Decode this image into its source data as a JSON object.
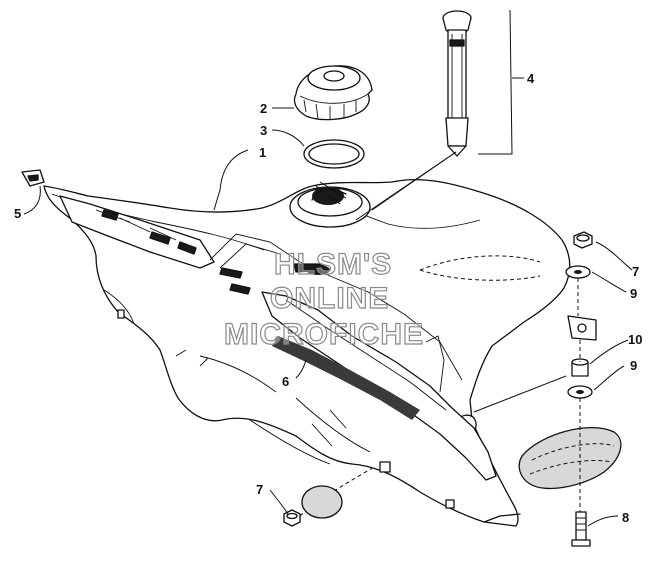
{
  "watermark": {
    "lines": [
      "HLSM'S",
      "ONLINE",
      "MICROFICHE"
    ]
  },
  "callouts": [
    {
      "id": "c1",
      "number": "1"
    },
    {
      "id": "c2",
      "number": "2"
    },
    {
      "id": "c3",
      "number": "3"
    },
    {
      "id": "c4",
      "number": "4"
    },
    {
      "id": "c5",
      "number": "5"
    },
    {
      "id": "c6",
      "number": "6"
    },
    {
      "id": "c7a",
      "number": "7"
    },
    {
      "id": "c7b",
      "number": "7"
    },
    {
      "id": "c8",
      "number": "8"
    },
    {
      "id": "c9a",
      "number": "9"
    },
    {
      "id": "c9b",
      "number": "9"
    },
    {
      "id": "c10",
      "number": "10"
    }
  ]
}
